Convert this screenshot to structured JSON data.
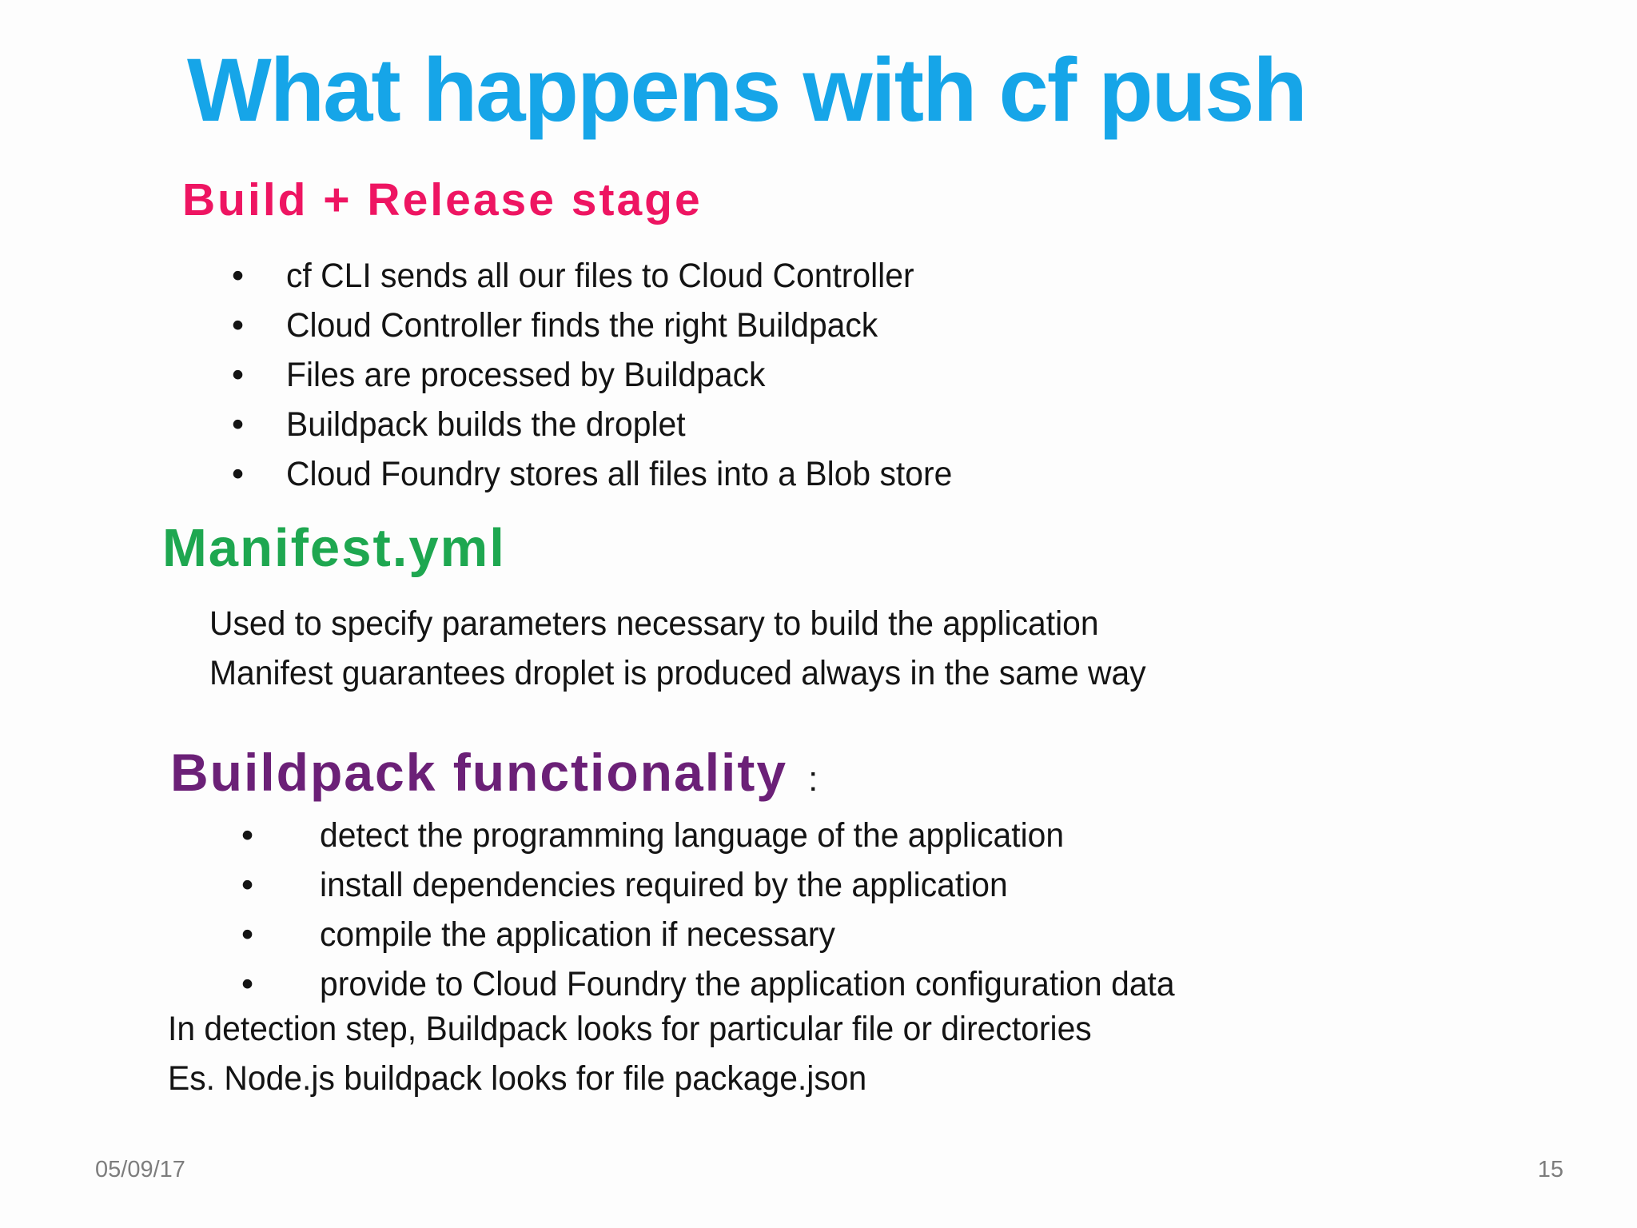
{
  "colors": {
    "background": "#fdfdfd",
    "title": "#16a5e8",
    "heading-pink": "#ee1562",
    "heading-green": "#1ea750",
    "heading-purple": "#6b2077",
    "body": "#141414",
    "footer": "#7d7d7d"
  },
  "slide": {
    "title": "What happens with cf push",
    "build_release": {
      "heading": "Build + Release stage",
      "bullet_icon": "•",
      "bullets": [
        "cf CLI sends all our files to Cloud Controller",
        "Cloud Controller finds the right Buildpack",
        "Files are processed by Buildpack",
        "Buildpack builds the droplet",
        "Cloud Foundry stores all files into a Blob store"
      ]
    },
    "manifest": {
      "heading": "Manifest.yml",
      "lines": [
        "Used to specify parameters necessary to build the application",
        "Manifest guarantees droplet is produced always in the same way"
      ]
    },
    "buildpack": {
      "heading": "Buildpack functionality",
      "colon": ":",
      "bullet_icon": "•",
      "bullets": [
        "detect the programming language of the application",
        "install dependencies required by the application",
        "compile the application if necessary",
        "provide to Cloud Foundry the application configuration data"
      ],
      "notes": [
        "In detection step, Buildpack looks for particular file or directories",
        "Es. Node.js buildpack looks for file package.json"
      ]
    },
    "footer": {
      "date": "05/09/17",
      "page": "15"
    }
  }
}
